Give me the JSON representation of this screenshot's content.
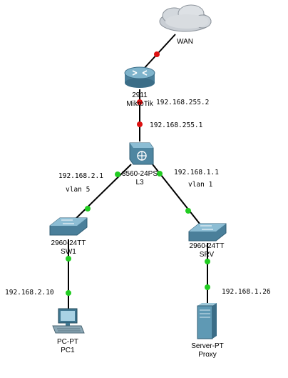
{
  "colors": {
    "link": "#000000",
    "port_up": "#22cc22",
    "port_down": "#dd1111"
  },
  "devices": {
    "wan": {
      "label": "WAN",
      "icon": "cloud-icon"
    },
    "router": {
      "model": "2911",
      "name": "MikroTik",
      "icon": "router-icon"
    },
    "l3": {
      "model": "3560-24PS",
      "name": "L3",
      "icon": "multilayer-switch-icon"
    },
    "sw1": {
      "model": "2960-24TT",
      "name": "SW1",
      "icon": "switch-icon"
    },
    "srv": {
      "model": "2960-24TT",
      "name": "SRV",
      "icon": "switch-icon"
    },
    "pc1": {
      "model": "PC-PT",
      "name": "PC1",
      "icon": "pc-icon"
    },
    "proxy": {
      "model": "Server-PT",
      "name": "Proxy",
      "icon": "server-icon"
    }
  },
  "addresses": {
    "router_up": "192.168.255.2",
    "router_down": "192.168.255.1",
    "l3_left": "192.168.2.1",
    "l3_left_vlan": "vlan 5",
    "l3_right": "192.168.1.1",
    "l3_right_vlan": "vlan 1",
    "pc1": "192.168.2.10",
    "proxy": "192.168.1.26"
  }
}
